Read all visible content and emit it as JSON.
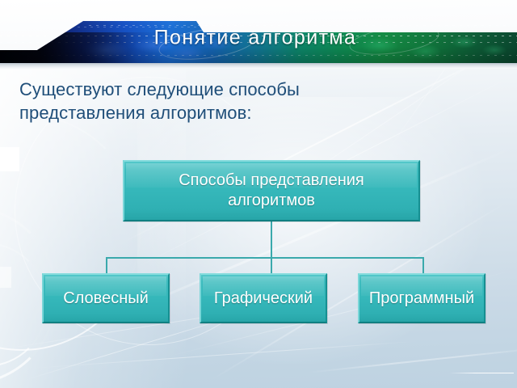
{
  "slide": {
    "title": "Понятие алгоритма",
    "body_paragraph": "Существуют следующие способы представления алгоритмов:",
    "colors": {
      "title_text": "#ffffff",
      "body_text": "#1f4e79",
      "node_fill": "#35b7ba",
      "node_border_light": "#86dcdd",
      "node_border_dark": "#107f81",
      "connector": "#3aa9ac",
      "banner_blue": "#134fc4",
      "banner_green": "#0e8f55",
      "background": "#dde7ef"
    }
  },
  "diagram": {
    "root": {
      "label": "Способы представления алгоритмов"
    },
    "children": [
      {
        "label": "Словесный"
      },
      {
        "label": "Графический"
      },
      {
        "label": "Программный"
      }
    ]
  }
}
